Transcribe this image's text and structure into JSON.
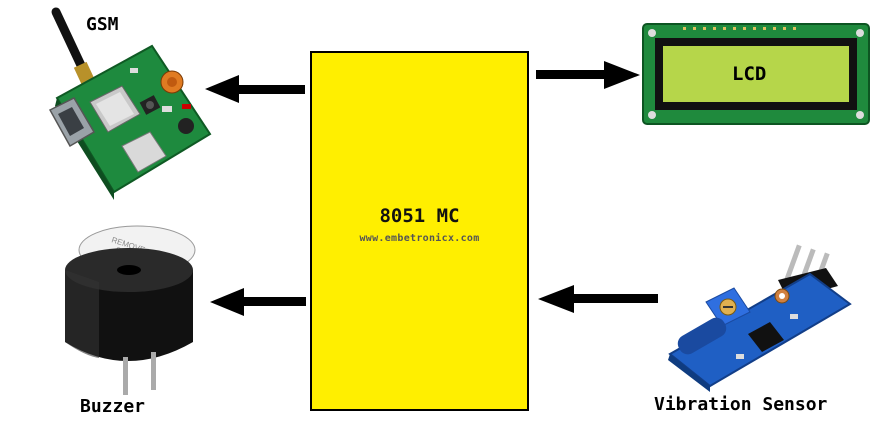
{
  "diagram": {
    "center_block": {
      "title": "8051 MC",
      "watermark": "www.embetronicx.com",
      "fill_color": "#ffef00"
    },
    "modules": [
      {
        "id": "gsm",
        "label": "GSM",
        "icon": "gsm-module-board-icon",
        "direction": "output"
      },
      {
        "id": "lcd",
        "label": "LCD",
        "icon": "lcd-16x2-display-icon",
        "direction": "output"
      },
      {
        "id": "buzzer",
        "label": "Buzzer",
        "icon": "buzzer-icon",
        "direction": "output"
      },
      {
        "id": "vibration",
        "label": "Vibration Sensor",
        "icon": "vibration-sensor-module-icon",
        "direction": "input"
      }
    ],
    "lcd_screen_text": "LCD"
  }
}
